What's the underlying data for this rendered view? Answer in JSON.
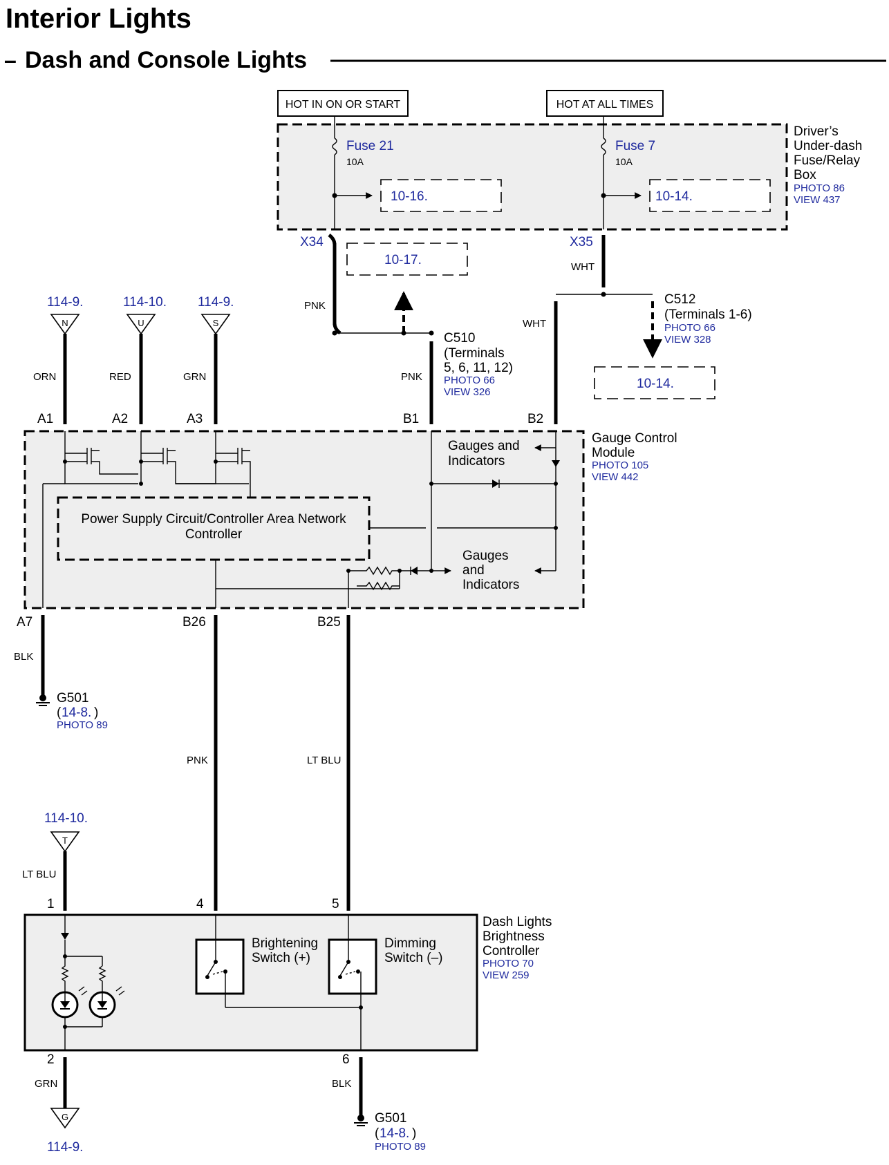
{
  "title": "Interior Lights",
  "subtitle": "Dash and Console Lights",
  "subtitle_dash": "–",
  "power": {
    "hot_on_start": "HOT IN ON OR START",
    "hot_all_times": "HOT AT ALL TIMES"
  },
  "fuse_box": {
    "name_line1": "Driver’s",
    "name_line2": "Under-dash",
    "name_line3": "Fuse/Relay",
    "name_line4": "Box",
    "photo": "PHOTO 86",
    "view": "VIEW 437",
    "fuse21": {
      "label": "Fuse 21",
      "rating": "10A",
      "ref": "10-16."
    },
    "fuse7": {
      "label": "Fuse 7",
      "rating": "10A",
      "ref": "10-14."
    }
  },
  "connectors": {
    "x34": "X34",
    "x35": "X35",
    "c510": {
      "name": "C510",
      "terms1": "(Terminals",
      "terms2": "5, 6, 11, 12)",
      "photo": "PHOTO 66",
      "view": "VIEW 326"
    },
    "c512": {
      "name": "C512",
      "terms": "(Terminals 1-6)",
      "photo": "PHOTO 66",
      "view": "VIEW 328"
    }
  },
  "refs": {
    "r1017": "10-17.",
    "r1014b": "10-14."
  },
  "wires": {
    "pnk": "PNK",
    "wht": "WHT",
    "orn": "ORN",
    "red": "RED",
    "grn": "GRN",
    "blk": "BLK",
    "lt_blu": "LT BLU"
  },
  "terminals_top": [
    {
      "ref": "114-9.",
      "letter": "N",
      "pin": "A1",
      "wire": "ORN"
    },
    {
      "ref": "114-10.",
      "letter": "U",
      "pin": "A2",
      "wire": "RED"
    },
    {
      "ref": "114-9.",
      "letter": "S",
      "pin": "A3",
      "wire": "GRN"
    }
  ],
  "gcm": {
    "name_line1": "Gauge Control",
    "name_line2": "Module",
    "photo": "PHOTO 105",
    "view": "VIEW 442",
    "pins": {
      "b1": "B1",
      "b2": "B2",
      "a7": "A7",
      "b26": "B26",
      "b25": "B25"
    },
    "psu_line1": "Power Supply Circuit/Controller Area Network",
    "psu_line2": "Controller",
    "gauges1_line1": "Gauges and",
    "gauges1_line2": "Indicators",
    "gauges2_line1": "Gauges",
    "gauges2_line2": "and",
    "gauges2_line3": "Indicators"
  },
  "ground1": {
    "name": "G501",
    "ref_open": "(",
    "ref": "14-8.",
    "ref_close": ")",
    "photo": "PHOTO 89"
  },
  "ground2": {
    "name": "G501",
    "ref_open": "(",
    "ref": "14-8.",
    "ref_close": ")",
    "photo": "PHOTO 89"
  },
  "terminal_t": {
    "ref": "114-10.",
    "letter": "T"
  },
  "terminal_g": {
    "ref": "114-9.",
    "letter": "G"
  },
  "dlbc": {
    "name_line1": "Dash Lights",
    "name_line2": "Brightness",
    "name_line3": "Controller",
    "photo": "PHOTO 70",
    "view": "VIEW 259",
    "pins": {
      "p1": "1",
      "p4": "4",
      "p5": "5",
      "p2": "2",
      "p6": "6"
    },
    "bright_line1": "Brightening",
    "bright_line2": "Switch (+)",
    "dim_line1": "Dimming",
    "dim_line2": "Switch (–)"
  }
}
